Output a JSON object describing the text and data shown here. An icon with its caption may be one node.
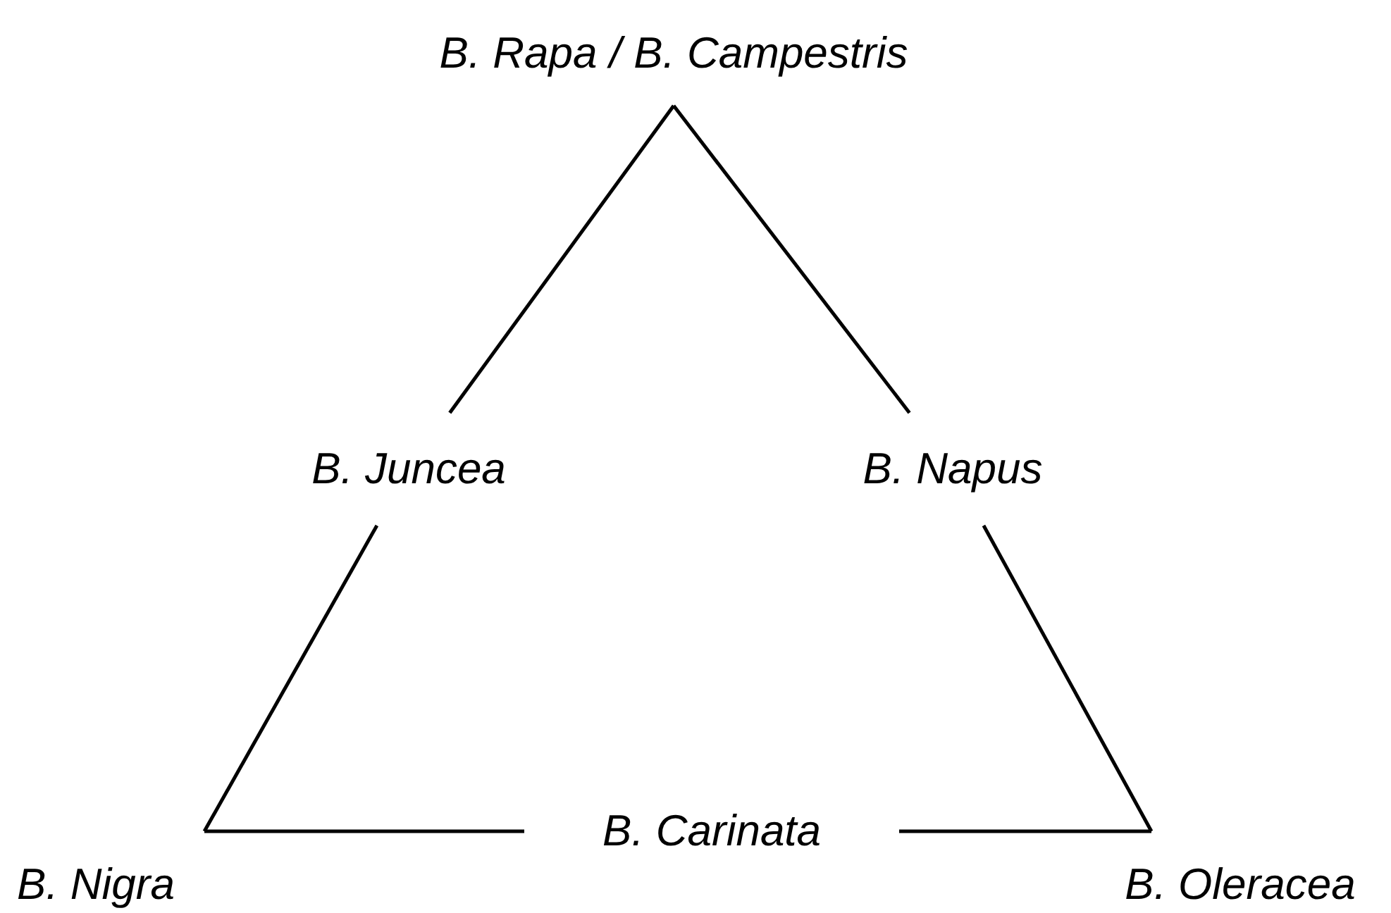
{
  "diagram": {
    "nodes": [
      {
        "text": [
          "B. Rapa / B. Campestris"
        ]
      },
      {
        "text": [
          "B. Juncea"
        ]
      },
      {
        "text": [
          "B. Napus"
        ]
      },
      {
        "text": [
          "B. Nigra"
        ]
      },
      {
        "text": [
          "B. Carinata"
        ]
      },
      {
        "text": [
          "B. Oleracea"
        ]
      }
    ],
    "edges": [
      {
        "from": 0,
        "to": 1,
        "arrow": "none"
      },
      {
        "from": 1,
        "to": 3,
        "arrow": "none"
      },
      {
        "from": 3,
        "to": 4,
        "arrow": "none"
      },
      {
        "from": 4,
        "to": 5,
        "arrow": "none"
      },
      {
        "from": 5,
        "to": 2,
        "arrow": "none"
      },
      {
        "from": 2,
        "to": 0,
        "arrow": "none"
      }
    ]
  }
}
